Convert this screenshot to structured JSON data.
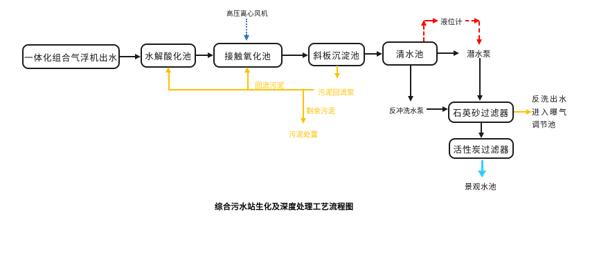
{
  "title": "综合污水站生化及深度处理工艺流程图",
  "colors": {
    "sludge_orange": "#FFC000",
    "alarm_red": "#FF0000",
    "fan_blue": "#2E75B6",
    "outflow_cyan": "#33CCFF",
    "line_black": "#1a1a1a"
  },
  "nodes": {
    "flotation_outlet": "一体化组合气浮机出水",
    "hydrolysis_tank": "水解酸化池",
    "contact_oxidation_tank": "接触氧化池",
    "inclined_plate_settler": "斜板沉淀池",
    "clear_water_tank": "清水池",
    "quartz_sand_filter": "石英砂过滤器",
    "activated_carbon_filter": "活性炭过滤器"
  },
  "labels": {
    "hp_centrifugal_fan": "高压离心风机",
    "level_gauge": "液位计",
    "submersible_pump": "潜水泵",
    "backwash_pump": "反冲洗水泵",
    "return_sludge": "回流污泥",
    "sludge_return_pump": "污泥回流泵",
    "excess_sludge": "剩余污泥",
    "sludge_disposal": "污泥处置",
    "landscape_pool": "景观水池",
    "backwash_note_line1": "反洗出水",
    "backwash_note_line2": "进入曝气",
    "backwash_note_line3": "调节池"
  }
}
